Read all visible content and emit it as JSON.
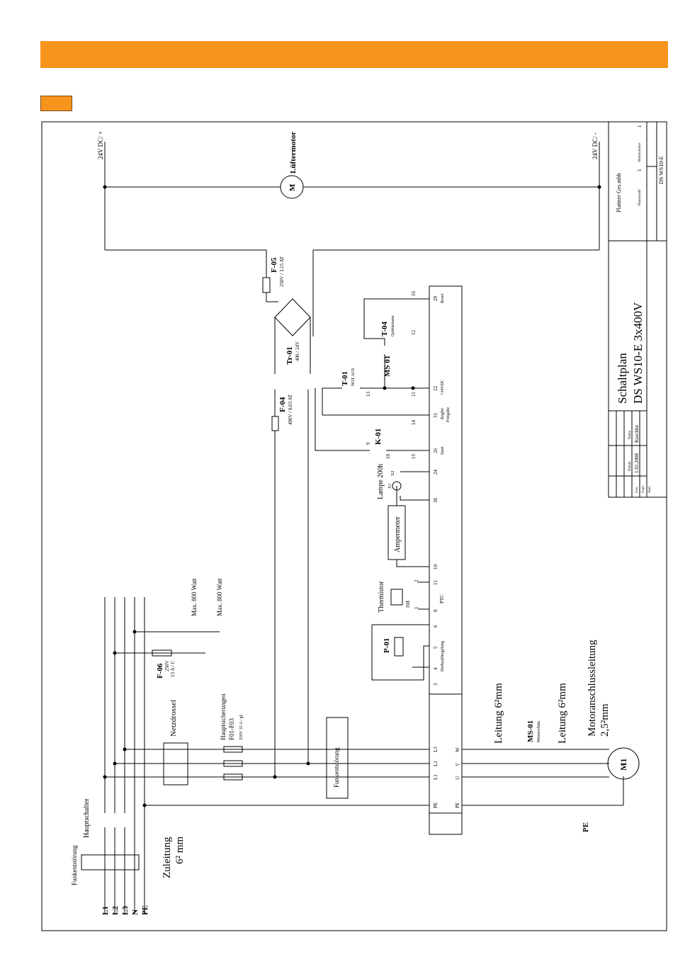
{
  "colors": {
    "accent": "#f7941d",
    "line": "#000000"
  },
  "title_block": {
    "company": "Plattner Ges.mbh",
    "sheet_count_label": "Blattanzahl",
    "sheet_count": "1",
    "sheet_no_label": "Blattnummer",
    "sheet_no": "1",
    "drawing_no": "DS WS10-E",
    "title_line1": "Schaltplan",
    "title_line2": "DS WS10-E 3x400V",
    "col_datum": "Datum",
    "col_name": "Name",
    "row_gez": "Gez.",
    "row_gepr": "Gepr.",
    "row_aud": "Aud.",
    "date": "1.02.2008",
    "name": "Koschler"
  },
  "supply": {
    "dc_plus": "24V DC/ +",
    "dc_minus": "24V DC/ -",
    "fan_symbol": "M",
    "fan_label": "Lüftermotor",
    "f05": "F-05",
    "f05_rating": "250V / 3,15 AT",
    "tr01": "Tr-01",
    "tr01_rating": "400 / 24V",
    "f04": "F-04",
    "f04_rating": "400V / 0,63 AT"
  },
  "controls": {
    "t01": "T-01",
    "t01_desc": "NOT AUS",
    "t04": "T-04",
    "t04_desc": "Quittiertaste",
    "ms01": "MS 01",
    "k01": "K-01",
    "lamp": "Lampe 200h",
    "x1": "X1",
    "x2": "X2",
    "ampmeter": "Ampermeter",
    "thermistor": "Thermistor",
    "rot": "rot",
    "p01": "P-01",
    "ptc": "PTC"
  },
  "terminals": {
    "reset": "29",
    "reset_label": "Reset",
    "dc24": "22",
    "dc24_label": "+24VDC",
    "regler": "31",
    "regler_label": "Regler",
    "freigabe_label": "Freigabe",
    "start": "26",
    "start_label": "Start",
    "t24": "24",
    "t30": "30",
    "t10": "10",
    "t11": "11",
    "t8": "8",
    "t6": "6",
    "t5": "5",
    "t4": "4",
    "t3": "3",
    "drehzahl_label": "Drehzahlregelung",
    "l1": "L1",
    "l2": "L2",
    "l3": "L3",
    "pe": "PE",
    "u": "U",
    "v": "V",
    "w": "W"
  },
  "wire_numbers": {
    "n16": "16",
    "n12": "12",
    "n13": "13",
    "n11": "11",
    "n14": "14",
    "n15": "15",
    "n10": "10",
    "n9": "9",
    "n1": "1",
    "n2": "2",
    "n3": "3",
    "n4": "4"
  },
  "power": {
    "supply_lines": [
      "L1",
      "L2",
      "L3",
      "N",
      "PE"
    ],
    "zuleitung": "Zuleitung",
    "zuleitung_size": "6² mm",
    "hauptschalter": "Hauptschalter",
    "funkentstoerung": "Funkentstörung",
    "netzdrossel": "Netzdrossel",
    "hauptsicherungen": "Hauptsicherungen",
    "f01f03": "F01-F03",
    "fuse_rating": "250V 35 A / gL",
    "f06": "F-06",
    "f06_v": "250V",
    "f06_a": "13 A / C",
    "max800": "Max. 800 Watt",
    "leitung": "Leitung 6²mm",
    "ms01": "MS-01",
    "motorschuetz": "Motorschütz",
    "motoranschluss": "Motoranschlussleitung",
    "motor_size": "2,5²mm",
    "m1": "M1",
    "pe_label": "PE"
  }
}
